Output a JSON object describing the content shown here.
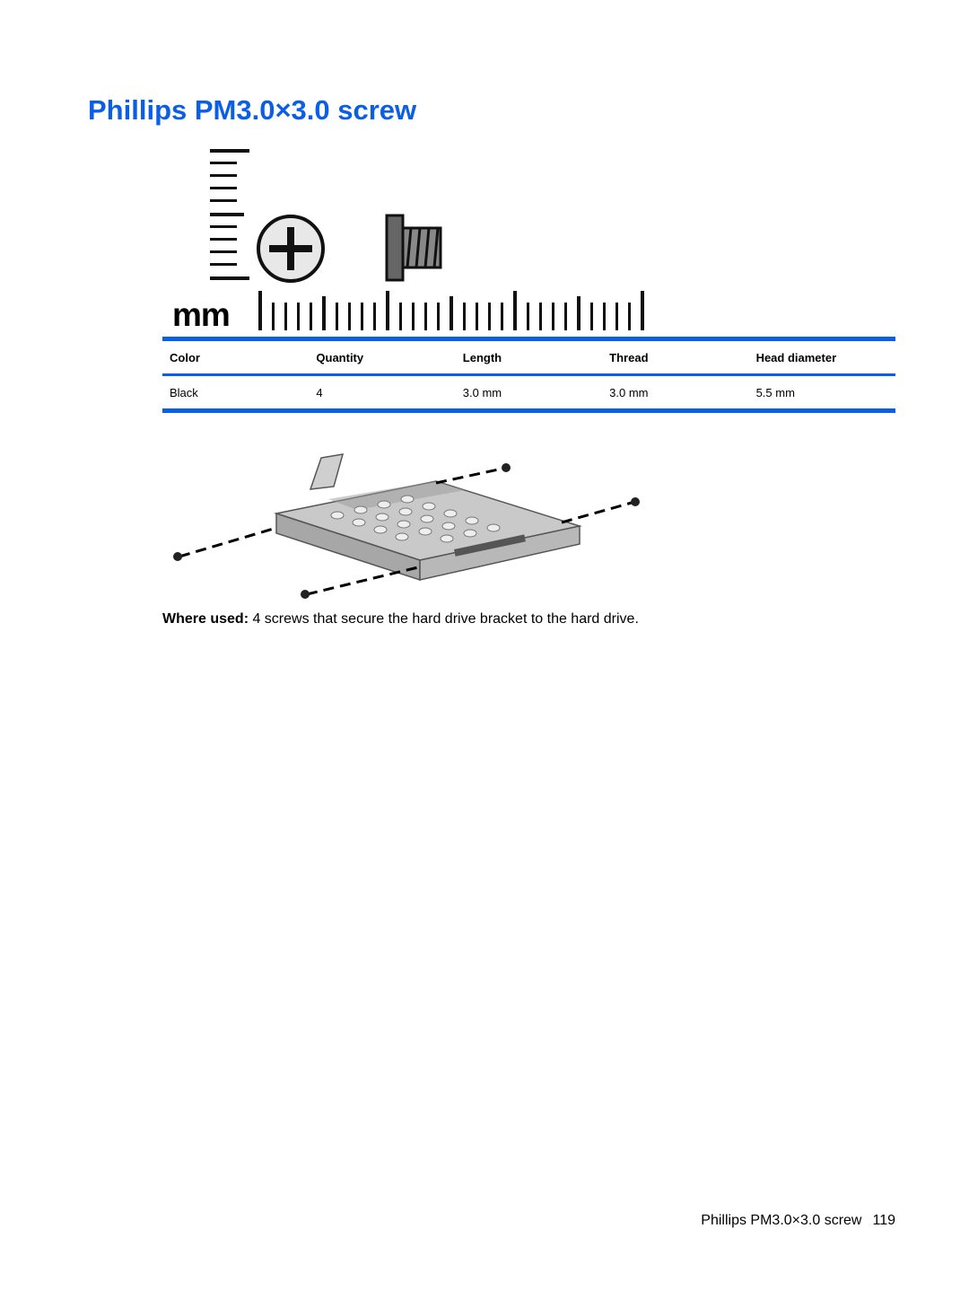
{
  "page": {
    "title": "Phillips PM3.0×3.0 screw"
  },
  "ruler_figure": {
    "unit_label": "mm"
  },
  "spec_table": {
    "headers": [
      "Color",
      "Quantity",
      "Length",
      "Thread",
      "Head diameter"
    ],
    "rows": [
      [
        "Black",
        "4",
        "3.0 mm",
        "3.0 mm",
        "5.5 mm"
      ]
    ],
    "rule_color": "#0b5ee6"
  },
  "where_used": {
    "label": "Where used:",
    "text": " 4 screws that secure the hard drive bracket to the hard drive."
  },
  "footer": {
    "section": "Phillips PM3.0×3.0 screw",
    "page_number": "119"
  },
  "colors": {
    "heading": "#0b5ee6",
    "text": "#000000"
  }
}
